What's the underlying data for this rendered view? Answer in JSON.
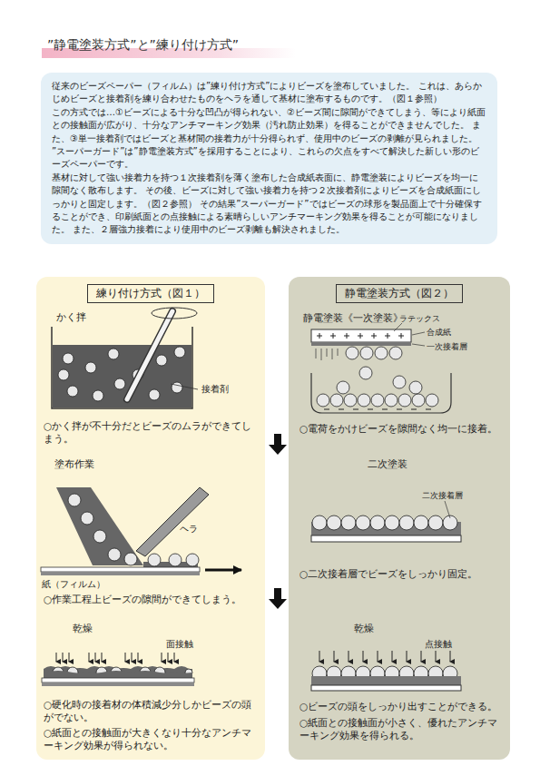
{
  "diagram": {
    "title": "”静電塗装方式”と”練り付け方式”",
    "nodes": [
      {
        "text": [
          "従来のビーズペーパー（フィルム）は”練り付け方式”によりビーズを塗布していました。 これは、あらかじめビーズと接着剤を練り合わせたものをヘラを通して基材に塗布するものです。（図１参照）",
          "この方式では…①ビーズによる十分な凹凸が得られない、②ビーズ間に隙間ができてしまう、等により紙面との接触面が広がり、十分なアンチマーキング効果（汚れ防止効果）を得ることができませんでした。 また、③単一接着剤ではビーズと基材間の接着力が十分得られず、使用中のビーズの剥離が見られました。",
          "”スーパーガード”は”静電塗装方式”を採用することにより、これらの欠点をすべて解決した新しい形のビーズペーパーです。",
          "基材に対して強い接着力を持つ１次接着剤を薄く塗布した合成紙表面に、静電塗装によりビーズを均一に隙間なく散布します。 その後、ビーズに対して強い接着力を持つ２次接着剤によりビーズを合成紙面にしっかりと固定します。（図２参照） その結果”スーパーガード”ではビーズの球形を製品面上で十分確保することができ、印刷紙面との点接触による素晴らしいアンチマーキング効果を得ることが可能になりました。 また、２層強力接着により使用中のビーズ剥離も解決されました。"
        ]
      },
      {
        "text": [
          "練り付け方式（図１）"
        ]
      },
      {
        "text": [
          "静電塗装方式（図２）"
        ]
      }
    ],
    "labels": [
      "かく拌",
      "接着剤",
      "○かく拌が不十分だとビーズのムラができてしまう。",
      "塗布作業",
      "ヘラ",
      "紙（フィルム）",
      "○作業工程上ビーズの隙間ができてしまう。",
      "乾燥",
      "面接触",
      "○硬化時の接着材の体積減少分しかビーズの頭がでない。",
      "○紙面との接触面が大きくなり十分なアンチマーキング効果が得られない。",
      "静電塗装《一次塗装》",
      "ラテックス",
      "合成紙",
      "一次接着層",
      "○電荷をかけビーズを隙間なく均一に接着。",
      "二次塗装",
      "二次接着層",
      "○二次接着層でビーズをしっかり固定。",
      "乾燥",
      "点接触",
      "○ビーズの頭をしっかり出すことができる。",
      "○紙面との接触面が小さく、優れたアンチマーキング効果を得られる。"
    ]
  }
}
